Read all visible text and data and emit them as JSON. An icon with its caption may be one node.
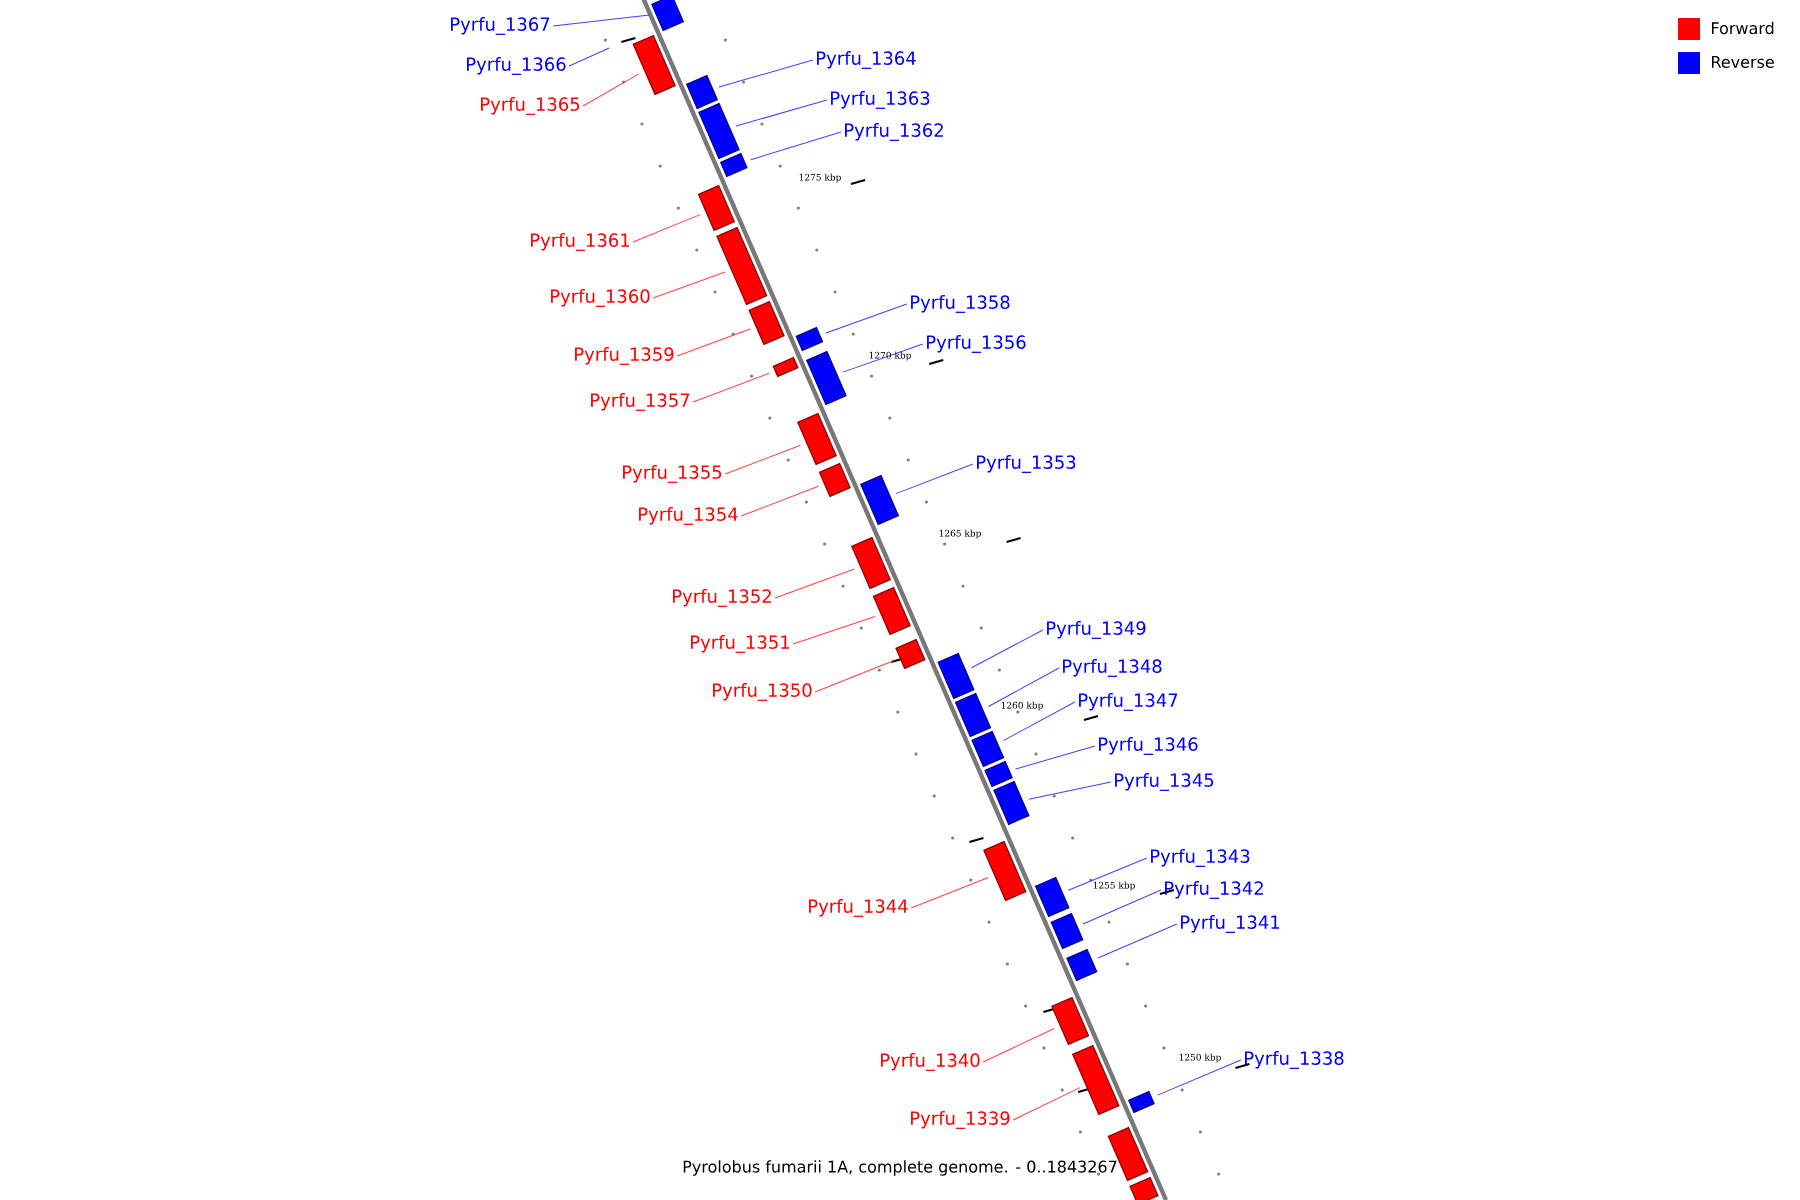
{
  "diagram": {
    "caption": "Pyrolobus fumarii 1A, complete genome. - 0..1843267",
    "nodes": [
      {
        "text": [
          "Pyrfu_1367"
        ]
      },
      {
        "text": [],
        "shape": "box"
      },
      {
        "text": [
          "Pyrfu_1366"
        ]
      },
      {
        "text": [
          "Pyrfu_1365"
        ]
      },
      {
        "text": [],
        "shape": "box"
      },
      {
        "text": [
          "Pyrfu_1364"
        ]
      },
      {
        "text": [],
        "shape": "box"
      },
      {
        "text": [
          "Pyrfu_1363"
        ]
      },
      {
        "text": [],
        "shape": "box"
      },
      {
        "text": [
          "Pyrfu_1362"
        ]
      },
      {
        "text": [],
        "shape": "box"
      },
      {
        "text": [
          "Pyrfu_1361"
        ]
      },
      {
        "text": [],
        "shape": "box"
      },
      {
        "text": [
          "Pyrfu_1360"
        ]
      },
      {
        "text": [],
        "shape": "box"
      },
      {
        "text": [
          "Pyrfu_1359"
        ]
      },
      {
        "text": [],
        "shape": "box"
      },
      {
        "text": [
          "Pyrfu_1357"
        ]
      },
      {
        "text": [],
        "shape": "box"
      },
      {
        "text": [
          "Pyrfu_1358"
        ]
      },
      {
        "text": [],
        "shape": "box"
      },
      {
        "text": [
          "Pyrfu_1356"
        ]
      },
      {
        "text": [],
        "shape": "box"
      },
      {
        "text": [
          "Pyrfu_1355"
        ]
      },
      {
        "text": [],
        "shape": "box"
      },
      {
        "text": [
          "Pyrfu_1354"
        ]
      },
      {
        "text": [],
        "shape": "box"
      },
      {
        "text": [
          "Pyrfu_1353"
        ]
      },
      {
        "text": [],
        "shape": "box"
      },
      {
        "text": [
          "Pyrfu_1352"
        ]
      },
      {
        "text": [],
        "shape": "box"
      },
      {
        "text": [
          "Pyrfu_1351"
        ]
      },
      {
        "text": [],
        "shape": "box"
      },
      {
        "text": [
          "Pyrfu_1350"
        ]
      },
      {
        "text": [],
        "shape": "box"
      },
      {
        "text": [
          "Pyrfu_1349"
        ]
      },
      {
        "text": [],
        "shape": "box"
      },
      {
        "text": [
          "Pyrfu_1348"
        ]
      },
      {
        "text": [],
        "shape": "box"
      },
      {
        "text": [
          "Pyrfu_1347"
        ]
      },
      {
        "text": [],
        "shape": "box"
      },
      {
        "text": [
          "Pyrfu_1346"
        ]
      },
      {
        "text": [],
        "shape": "box"
      },
      {
        "text": [
          "Pyrfu_1345"
        ]
      },
      {
        "text": [],
        "shape": "box"
      },
      {
        "text": [
          "Pyrfu_1344"
        ]
      },
      {
        "text": [],
        "shape": "box"
      },
      {
        "text": [
          "Pyrfu_1343"
        ]
      },
      {
        "text": [],
        "shape": "box"
      },
      {
        "text": [
          "Pyrfu_1342"
        ]
      },
      {
        "text": [],
        "shape": "box"
      },
      {
        "text": [
          "Pyrfu_1341"
        ]
      },
      {
        "text": [],
        "shape": "box"
      },
      {
        "text": [
          "Pyrfu_1340"
        ]
      },
      {
        "text": [],
        "shape": "box"
      },
      {
        "text": [
          "Pyrfu_1339"
        ]
      },
      {
        "text": [],
        "shape": "box"
      },
      {
        "text": [
          "Pyrfu_1338"
        ]
      },
      {
        "text": [],
        "shape": "box"
      },
      {
        "text": [],
        "shape": "box"
      },
      {
        "text": [],
        "shape": "box"
      }
    ],
    "edges": [
      {
        "from": 0,
        "to": 1,
        "arrow": "none",
        "color": "#4040ff"
      },
      {
        "from": 2,
        "to": null,
        "arrow": "none",
        "color": "#4040ff"
      },
      {
        "from": 3,
        "to": 4,
        "arrow": "none",
        "color": "#ff4040"
      },
      {
        "from": 5,
        "to": 6,
        "arrow": "none",
        "color": "#4040ff"
      },
      {
        "from": 7,
        "to": 8,
        "arrow": "none",
        "color": "#4040ff"
      },
      {
        "from": 9,
        "to": 10,
        "arrow": "none",
        "color": "#4040ff"
      },
      {
        "from": 11,
        "to": 12,
        "arrow": "none",
        "color": "#ff4040"
      },
      {
        "from": 13,
        "to": 14,
        "arrow": "none",
        "color": "#ff4040"
      },
      {
        "from": 15,
        "to": 16,
        "arrow": "none",
        "color": "#ff4040"
      },
      {
        "from": 17,
        "to": 18,
        "arrow": "none",
        "color": "#ff4040"
      },
      {
        "from": 19,
        "to": 20,
        "arrow": "none",
        "color": "#4040ff"
      },
      {
        "from": 21,
        "to": 22,
        "arrow": "none",
        "color": "#4040ff"
      },
      {
        "from": 23,
        "to": 24,
        "arrow": "none",
        "color": "#ff4040"
      },
      {
        "from": 25,
        "to": 26,
        "arrow": "none",
        "color": "#ff4040"
      },
      {
        "from": 27,
        "to": 28,
        "arrow": "none",
        "color": "#4040ff"
      },
      {
        "from": 29,
        "to": 30,
        "arrow": "none",
        "color": "#ff4040"
      },
      {
        "from": 31,
        "to": 32,
        "arrow": "none",
        "color": "#ff4040"
      },
      {
        "from": 33,
        "to": 34,
        "arrow": "none",
        "color": "#ff4040"
      },
      {
        "from": 35,
        "to": 36,
        "arrow": "none",
        "color": "#4040ff"
      },
      {
        "from": 37,
        "to": 38,
        "arrow": "none",
        "color": "#4040ff"
      },
      {
        "from": 39,
        "to": 40,
        "arrow": "none",
        "color": "#4040ff"
      },
      {
        "from": 41,
        "to": 42,
        "arrow": "none",
        "color": "#4040ff"
      },
      {
        "from": 43,
        "to": 44,
        "arrow": "none",
        "color": "#4040ff"
      },
      {
        "from": 45,
        "to": 46,
        "arrow": "none",
        "color": "#ff4040"
      },
      {
        "from": 47,
        "to": 48,
        "arrow": "none",
        "color": "#4040ff"
      },
      {
        "from": 49,
        "to": 50,
        "arrow": "none",
        "color": "#4040ff"
      },
      {
        "from": 51,
        "to": 52,
        "arrow": "none",
        "color": "#4040ff"
      },
      {
        "from": 53,
        "to": 54,
        "arrow": "none",
        "color": "#ff4040"
      },
      {
        "from": 55,
        "to": 56,
        "arrow": "none",
        "color": "#ff4040"
      },
      {
        "from": 57,
        "to": 58,
        "arrow": "none",
        "color": "#4040ff"
      }
    ],
    "labels": [
      "1275 kbp",
      "1270 kbp",
      "1265 kbp",
      "1260 kbp",
      "1255 kbp",
      "1250 kbp"
    ],
    "legend": [
      {
        "text": "Forward",
        "color": "#ff0000"
      },
      {
        "text": "Reverse",
        "color": "#0000ff"
      }
    ]
  }
}
